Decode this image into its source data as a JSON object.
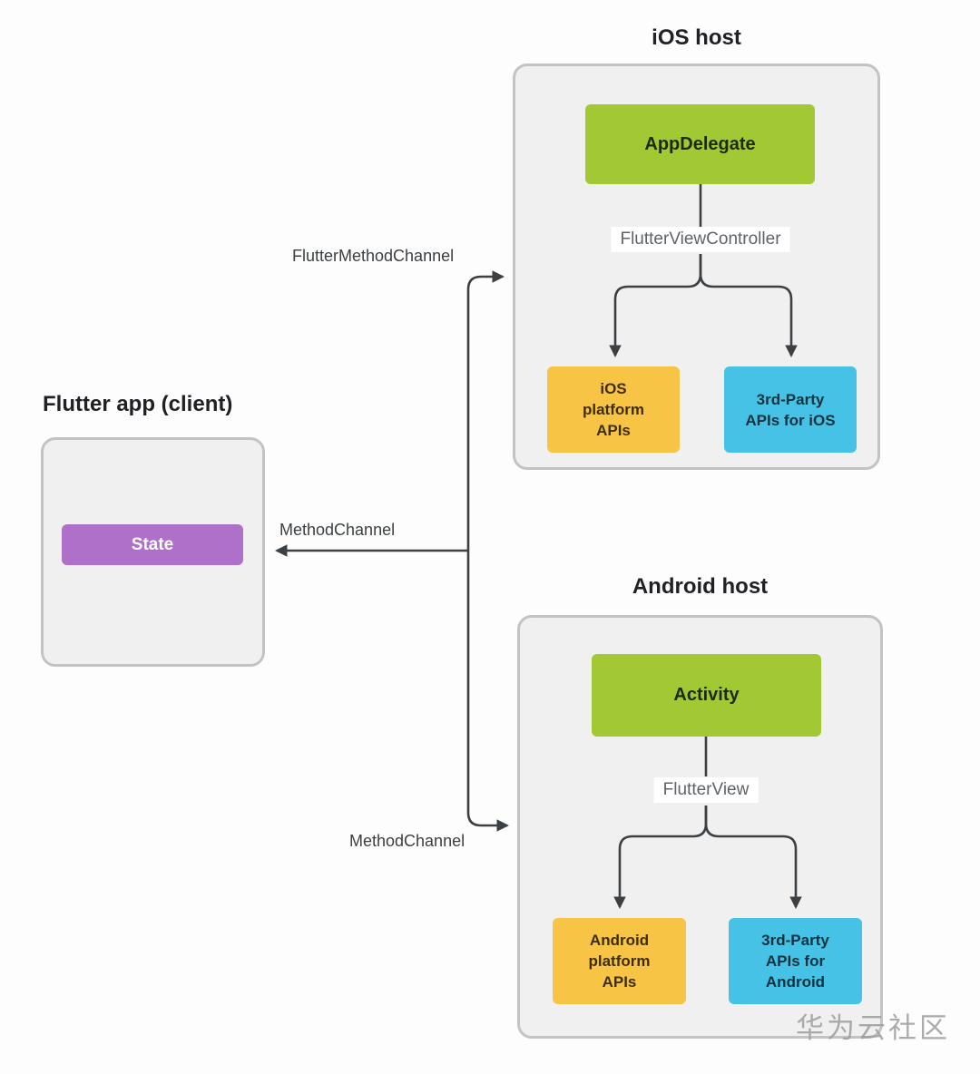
{
  "flutter_app": {
    "title": "Flutter app (client)",
    "state_label": "State"
  },
  "ios_host": {
    "title": "iOS host",
    "app_delegate_label": "AppDelegate",
    "view_controller_label": "FlutterViewController",
    "platform_apis_label": "iOS\nplatform\nAPIs",
    "third_party_label": "3rd-Party\nAPIs for iOS"
  },
  "android_host": {
    "title": "Android host",
    "activity_label": "Activity",
    "flutter_view_label": "FlutterView",
    "platform_apis_label": "Android\nplatform\nAPIs",
    "third_party_label": "3rd-Party\nAPIs for\nAndroid"
  },
  "channels": {
    "flutter_method_channel_label": "FlutterMethodChannel",
    "method_channel_upper_label": "MethodChannel",
    "method_channel_lower_label": "MethodChannel"
  },
  "watermark": "华为云社区",
  "colors": {
    "node_green": "#a2c834",
    "node_yellow": "#f8c445",
    "node_blue": "#45c2e5",
    "node_purple": "#af70ca",
    "panel_bg": "#f0f0f0",
    "panel_border": "#c3c3c3",
    "connector": "#3c4043",
    "label_gray": "#5f6368"
  }
}
